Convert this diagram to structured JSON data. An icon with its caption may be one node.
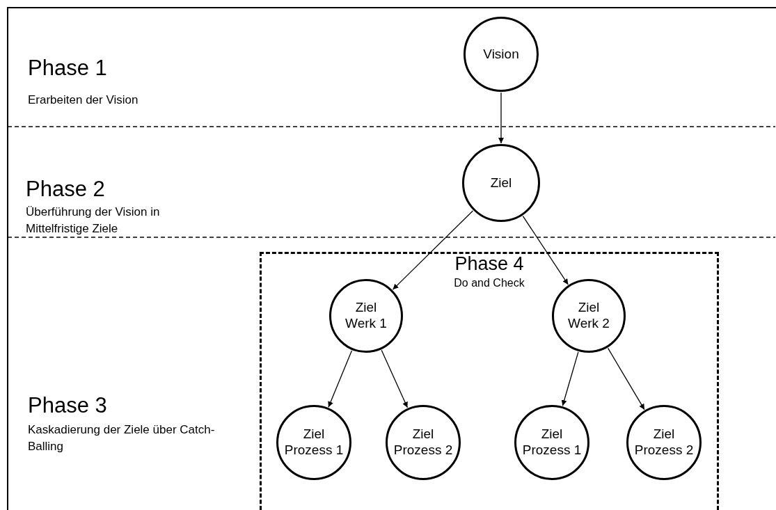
{
  "diagram": {
    "nodes": [
      {
        "text": [
          "Vision"
        ]
      },
      {
        "text": [
          "Ziel"
        ]
      },
      {
        "text": [
          "Phase 4",
          "Do and Check"
        ]
      },
      {
        "text": [
          "Ziel Werk 1"
        ],
        "in": 2
      },
      {
        "text": [
          "Ziel Werk 2"
        ],
        "in": 2
      },
      {
        "text": [
          "Ziel Prozess 1"
        ],
        "in": 2
      },
      {
        "text": [
          "Ziel Prozess 2"
        ],
        "in": 2
      },
      {
        "text": [
          "Ziel Prozess 1"
        ],
        "in": 2
      },
      {
        "text": [
          "Ziel Prozess 2"
        ],
        "in": 2
      }
    ],
    "edges": [
      {
        "from": 0,
        "to": 1,
        "arrow": "to"
      },
      {
        "from": 1,
        "to": 3,
        "arrow": "to"
      },
      {
        "from": 1,
        "to": 4,
        "arrow": "to"
      },
      {
        "from": 3,
        "to": 5,
        "arrow": "to"
      },
      {
        "from": 3,
        "to": 6,
        "arrow": "to"
      },
      {
        "from": 4,
        "to": 7,
        "arrow": "to"
      },
      {
        "from": 4,
        "to": 8,
        "arrow": "to"
      }
    ],
    "labels": [
      "Phase 1",
      "Erarbeiten der Vision",
      "Phase 2",
      "Überführung der Vision in Mittelfristige Ziele",
      "Phase 3",
      "Kaskadierung der Ziele über Catch-Balling"
    ]
  }
}
